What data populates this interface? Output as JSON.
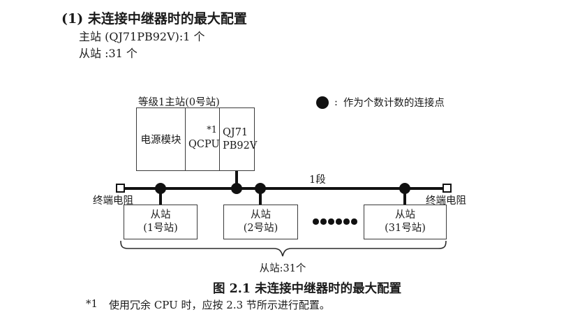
{
  "header": {
    "title": "(1) 未连接中继器时的最大配置",
    "master_line": "主站 (QJ71PB92V):1 个",
    "slave_line": "从站 :31 个"
  },
  "diagram": {
    "master_station": {
      "label": "等级1主站(0号站)",
      "power_module": "电源模块",
      "cpu": "QCPU",
      "cpu_note_ref": "*1",
      "network_module_line1": "QJ71",
      "network_module_line2": "PB92V"
    },
    "legend": {
      "colon": ":",
      "text": "作为个数计数的连接点"
    },
    "bus": {
      "segment_label": "1段",
      "terminator_left_label": "终端电阻",
      "terminator_right_label": "终端电阻"
    },
    "slaves": [
      {
        "name": "从站",
        "station": "(1号站)"
      },
      {
        "name": "从站",
        "station": "(2号站)"
      },
      {
        "name": "从站",
        "station": "(31号站)"
      }
    ],
    "slave_count_label": "从站:31个"
  },
  "caption": "图 2.1 未连接中继器时的最大配置",
  "footnote": {
    "ref": "*1",
    "text": "使用冗余 CPU 时，应按 2.3 节所示进行配置。"
  },
  "colors": {
    "ink": "#1a1a1a",
    "line": "#111111",
    "box_border": "#3a3a3a",
    "background": "#ffffff"
  }
}
